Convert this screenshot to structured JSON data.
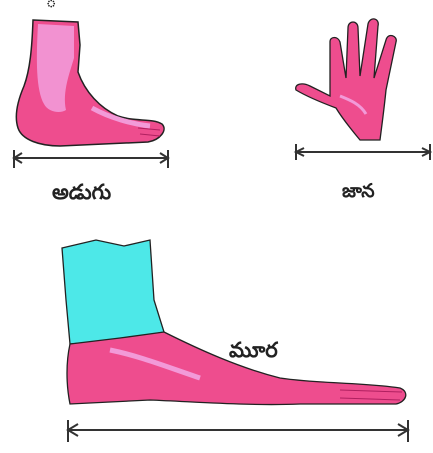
{
  "labels": {
    "foot": "అడుగు",
    "hand": "జాన",
    "arm": "మూర"
  },
  "colors": {
    "skin_pink": "#ee4d8e",
    "skin_light": "#f29ad8",
    "sleeve_cyan": "#4de8e8",
    "outline": "#222222",
    "measure_line": "#333333"
  },
  "icons": [
    "foot-illustration",
    "hand-illustration",
    "arm-illustration"
  ]
}
